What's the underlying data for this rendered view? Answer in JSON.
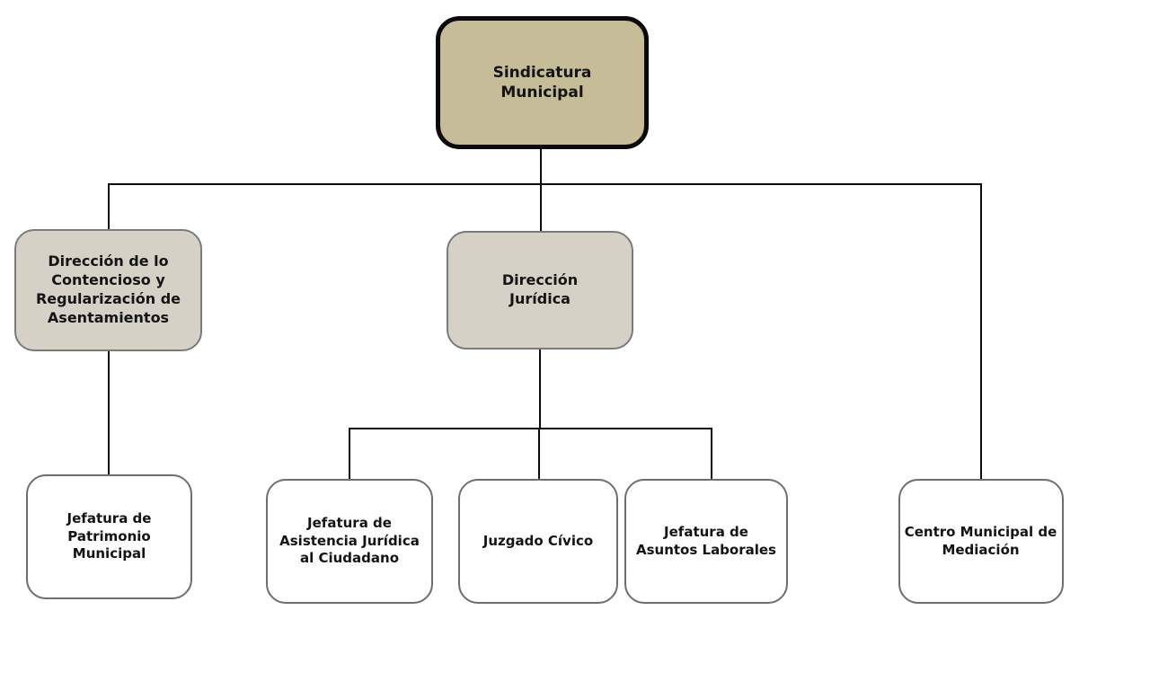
{
  "chart_data": {
    "type": "diagram",
    "diagram_type": "organizational-chart",
    "title": "Sindicatura Municipal",
    "language": "es",
    "orientation": "top-down",
    "levels": 3,
    "node_count": 8,
    "colors": {
      "root_fill": "#C6BC97",
      "root_border": "#0A0A0A",
      "level2_fill": "#D6D1C7",
      "level2_border": "#7B7B7B",
      "leaf_fill": "#FFFFFF",
      "leaf_border": "#6E6E6E",
      "connector": "#0D0D0D",
      "text": "#141414",
      "background": "#FFFFFF"
    },
    "nodes": [
      {
        "id": "root",
        "label": "Sindicatura\nMunicipal",
        "level": 0,
        "parent": null
      },
      {
        "id": "contencioso",
        "label": "Dirección de lo\nContencioso y\nRegularización de\nAsentamientos",
        "level": 1,
        "parent": "root"
      },
      {
        "id": "juridica",
        "label": "Dirección\nJurídica",
        "level": 1,
        "parent": "root"
      },
      {
        "id": "mediacion",
        "label": "Centro Municipal de\nMediación",
        "level": 1,
        "parent": "root"
      },
      {
        "id": "patrimonio",
        "label": "Jefatura de\nPatrimonio\nMunicipal",
        "level": 2,
        "parent": "contencioso"
      },
      {
        "id": "asistencia",
        "label": "Jefatura de\nAsistencia Jurídica\nal Ciudadano",
        "level": 2,
        "parent": "juridica"
      },
      {
        "id": "juzgado",
        "label": "Juzgado Cívico",
        "level": 2,
        "parent": "juridica"
      },
      {
        "id": "laborales",
        "label": "Jefatura de\nAsuntos Laborales",
        "level": 2,
        "parent": "juridica"
      }
    ],
    "edges": [
      {
        "from": "root",
        "to": "contencioso"
      },
      {
        "from": "root",
        "to": "juridica"
      },
      {
        "from": "root",
        "to": "mediacion"
      },
      {
        "from": "contencioso",
        "to": "patrimonio"
      },
      {
        "from": "juridica",
        "to": "asistencia"
      },
      {
        "from": "juridica",
        "to": "juzgado"
      },
      {
        "from": "juridica",
        "to": "laborales"
      }
    ]
  },
  "nodes": {
    "root": {
      "label": "Sindicatura\nMunicipal"
    },
    "contencioso": {
      "label": "Dirección de lo\nContencioso y\nRegularización de\nAsentamientos"
    },
    "juridica": {
      "label": "Dirección\nJurídica"
    },
    "mediacion": {
      "label": "Centro Municipal de\nMediación"
    },
    "patrimonio": {
      "label": "Jefatura de\nPatrimonio\nMunicipal"
    },
    "asistencia": {
      "label": "Jefatura de\nAsistencia Jurídica\nal Ciudadano"
    },
    "juzgado": {
      "label": "Juzgado Cívico"
    },
    "laborales": {
      "label": "Jefatura de\nAsuntos Laborales"
    }
  }
}
